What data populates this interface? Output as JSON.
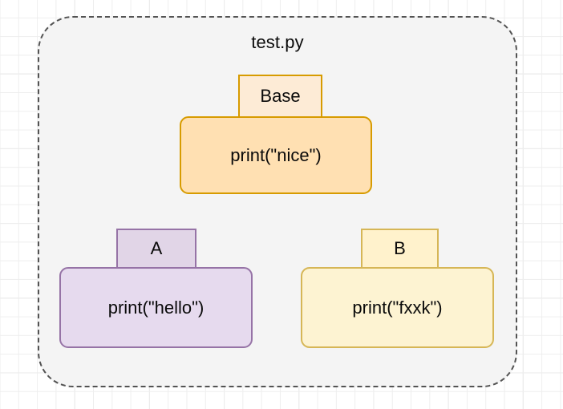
{
  "package": {
    "title": "test.py"
  },
  "nodes": [
    {
      "id": "base",
      "name": "Base",
      "body": "print(\"nice\")",
      "fill": "#ffe0b2",
      "stroke": "#d79b00",
      "tab_fill": "#fdebd6"
    },
    {
      "id": "a",
      "name": "A",
      "body": "print(\"hello\")",
      "fill": "#e6daee",
      "stroke": "#9673a6",
      "tab_fill": "#e1d5e7"
    },
    {
      "id": "b",
      "name": "B",
      "body": "print(\"fxxk\")",
      "fill": "#fdf3d2",
      "stroke": "#d6b656",
      "tab_fill": "#fff2cc"
    }
  ],
  "canvas": {
    "background": "#ffffff",
    "grid_color": "#eeeeee",
    "grid_major_color": "#d9d9d9",
    "package_fill": "#f4f4f4",
    "package_stroke": "#535353"
  }
}
